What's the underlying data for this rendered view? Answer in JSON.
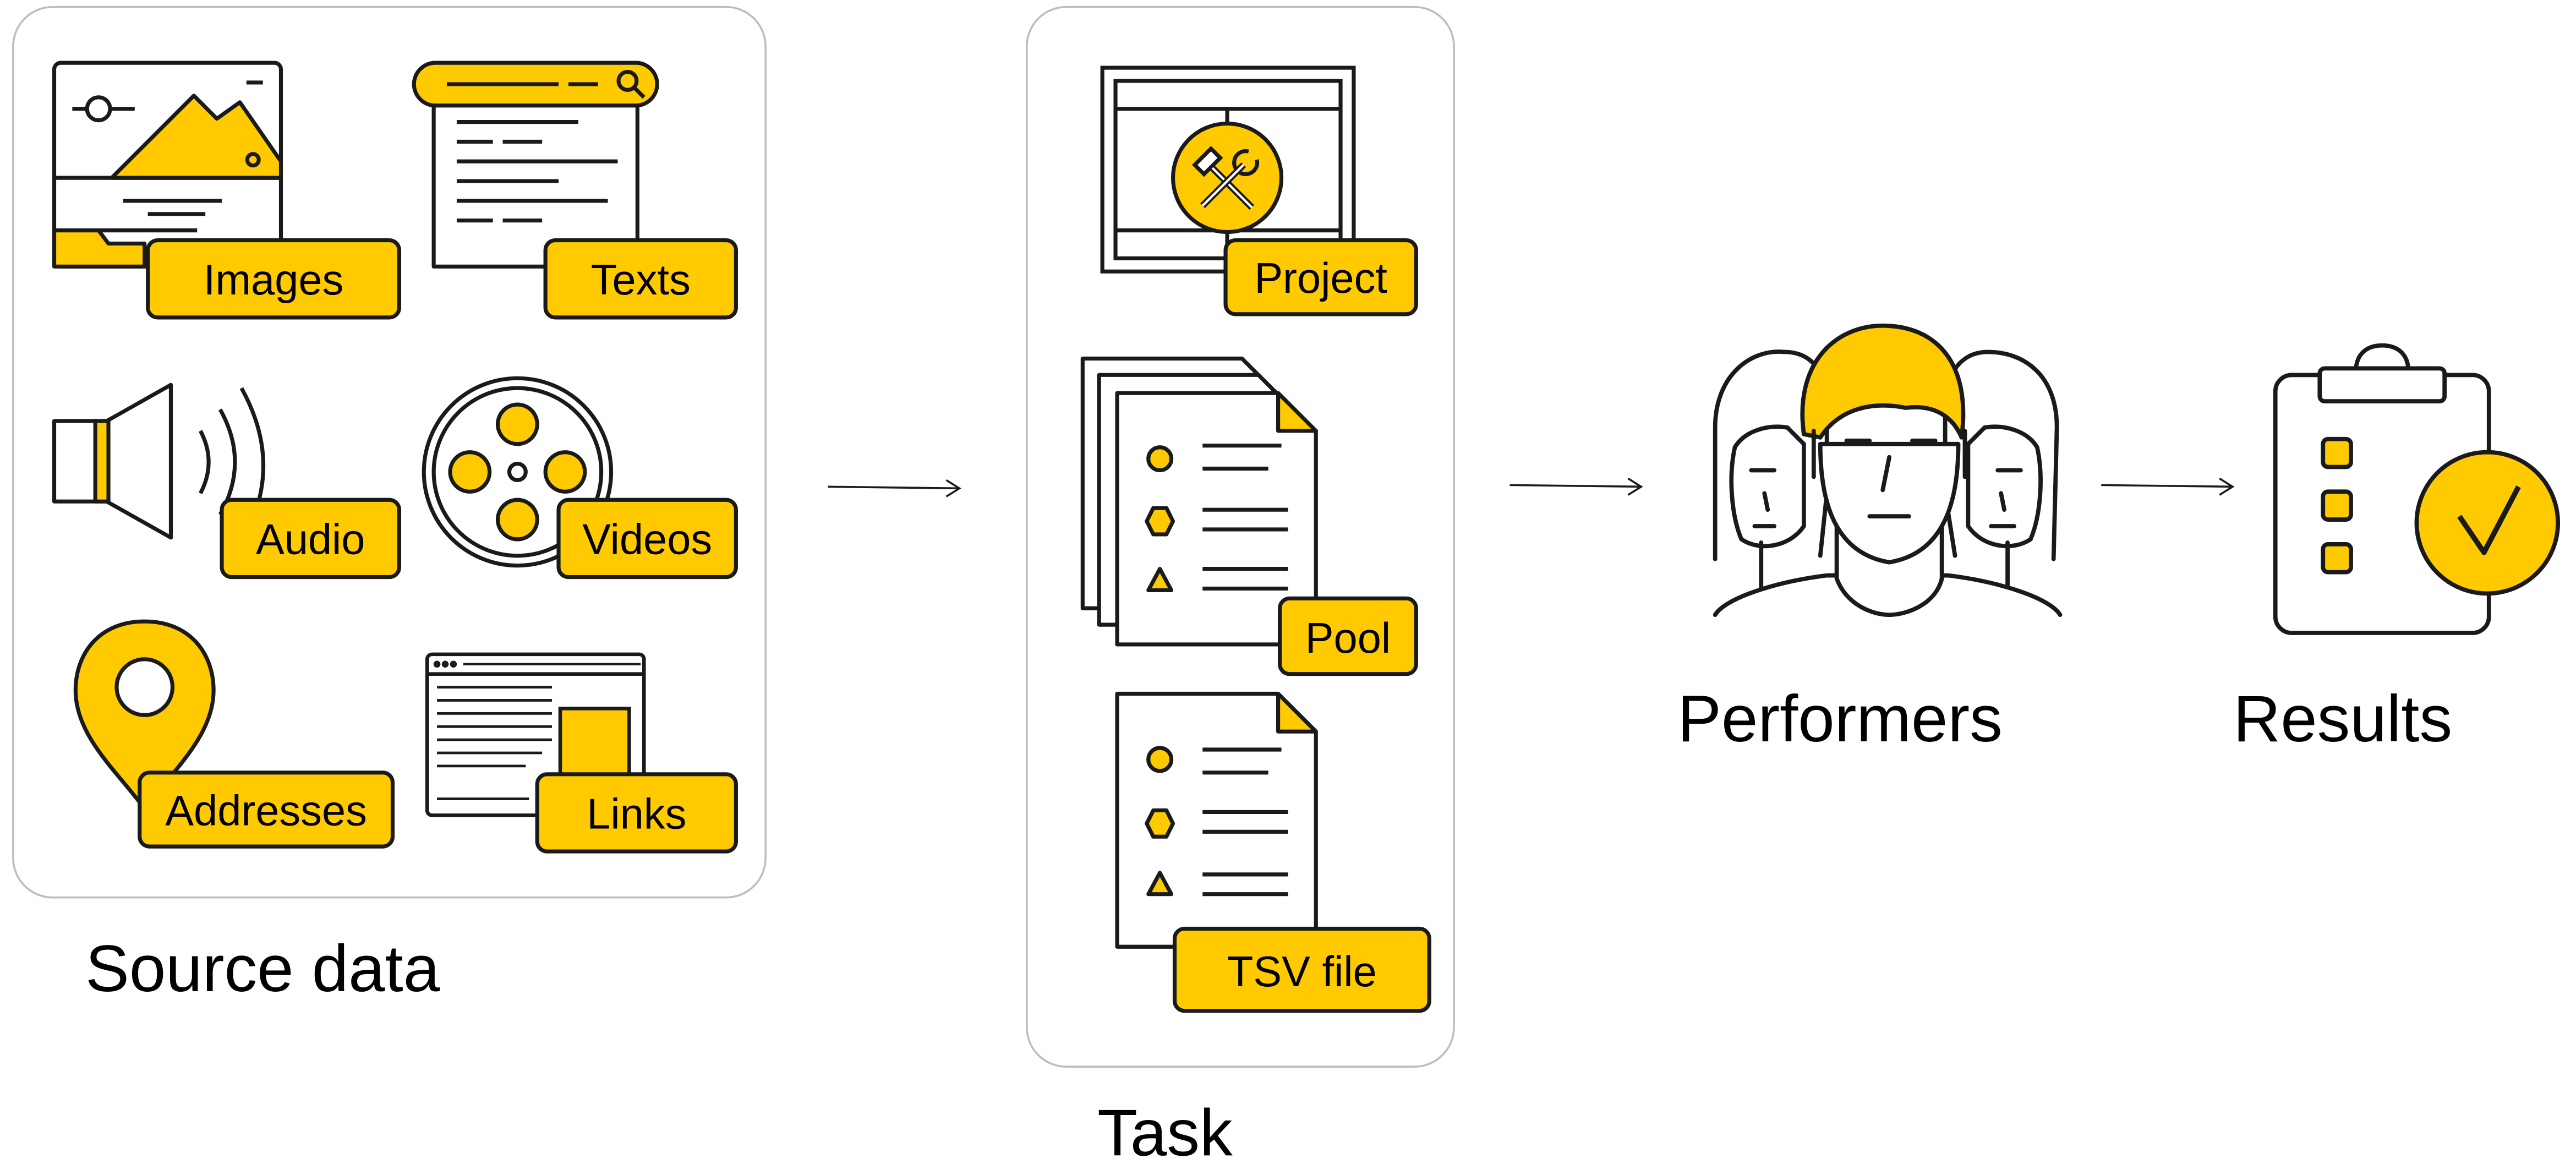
{
  "colors": {
    "accent": "#FFCB00",
    "stroke": "#1A1A1A",
    "panel_border": "#BDBDBD",
    "background": "#FFFFFF"
  },
  "source_data": {
    "title": "Source data",
    "items": [
      {
        "label": "Images",
        "icon": "landscape-image-icon"
      },
      {
        "label": "Texts",
        "icon": "text-document-search-icon"
      },
      {
        "label": "Audio",
        "icon": "speaker-audio-icon"
      },
      {
        "label": "Videos",
        "icon": "film-reel-icon"
      },
      {
        "label": "Addresses",
        "icon": "map-pin-icon"
      },
      {
        "label": "Links",
        "icon": "browser-window-icon"
      }
    ]
  },
  "task": {
    "title": "Task",
    "items": [
      {
        "label": "Project",
        "icon": "project-tools-icon"
      },
      {
        "label": "Pool",
        "icon": "document-stack-icon"
      },
      {
        "label": "TSV file",
        "icon": "tsv-document-icon"
      }
    ]
  },
  "performers": {
    "label": "Performers",
    "icon": "people-group-icon"
  },
  "results": {
    "label": "Results",
    "icon": "clipboard-check-icon"
  }
}
